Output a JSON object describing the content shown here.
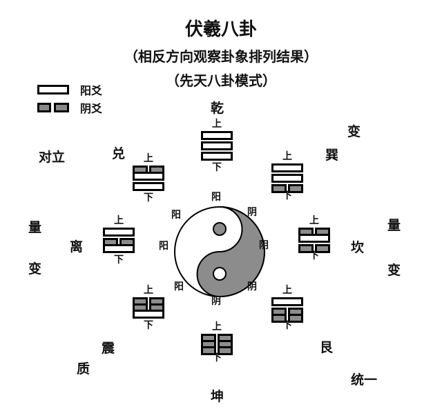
{
  "title": "伏羲八卦",
  "subtitle1": "（相反方向观察卦象排列结果）",
  "subtitle2": "（先天八卦模式）",
  "legend": {
    "yang_label": "阳爻",
    "yin_label": "阴爻"
  },
  "colors": {
    "yin_fill": "#8c8c8c",
    "yang_fill": "#ffffff",
    "outline": "#000000"
  },
  "trigram_labels": {
    "top": "上",
    "bottom": "下"
  },
  "trigrams": [
    {
      "name": "乾",
      "lines_top_to_bottom": [
        "yang",
        "yang",
        "yang"
      ]
    },
    {
      "name": "巽",
      "lines_top_to_bottom": [
        "yang",
        "yang",
        "yin"
      ]
    },
    {
      "name": "坎",
      "lines_top_to_bottom": [
        "yin",
        "yang",
        "yin"
      ]
    },
    {
      "name": "艮",
      "lines_top_to_bottom": [
        "yang",
        "yin",
        "yin"
      ]
    },
    {
      "name": "坤",
      "lines_top_to_bottom": [
        "yin",
        "yin",
        "yin"
      ]
    },
    {
      "name": "震",
      "lines_top_to_bottom": [
        "yin",
        "yin",
        "yang"
      ]
    },
    {
      "name": "离",
      "lines_top_to_bottom": [
        "yang",
        "yin",
        "yang"
      ]
    },
    {
      "name": "兑",
      "lines_top_to_bottom": [
        "yin",
        "yang",
        "yang"
      ]
    }
  ],
  "yinyang_ring": {
    "top": "阳",
    "top_right": "阴",
    "right": "阴",
    "bottom_right": "阴",
    "bottom": "阴",
    "bottom_left": "阳",
    "left": "阳",
    "top_left": "阳"
  },
  "annotations": {
    "left_top": "对立",
    "right_top": "变",
    "left_mid_1": "量",
    "left_mid_2": "变",
    "right_mid_1": "量",
    "right_mid_2": "变",
    "left_bottom": "质",
    "right_bottom": "统一"
  }
}
